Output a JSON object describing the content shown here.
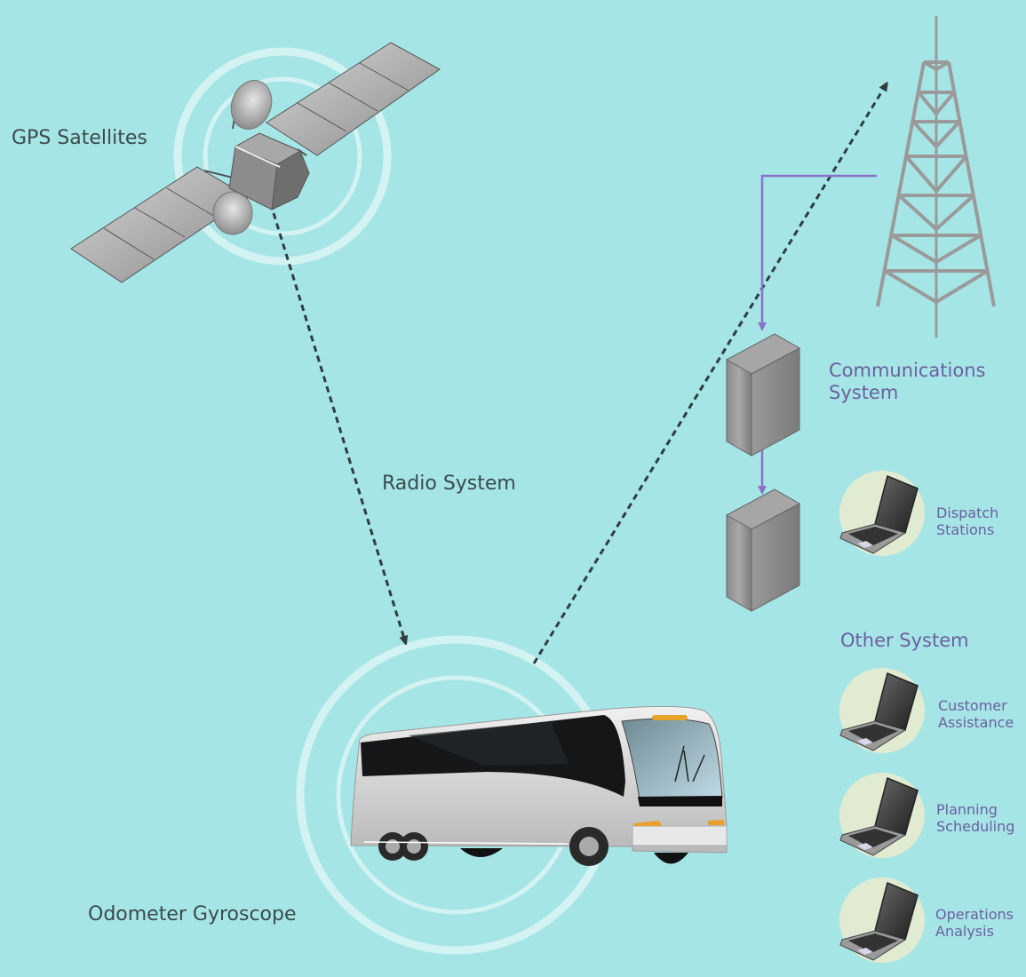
{
  "diagram": {
    "title_labels": {
      "gps": "GPS Satellites",
      "radio": "Radio System",
      "odometer": "Odometer Gyroscope",
      "communications": [
        "Communications",
        "System"
      ],
      "other_system": "Other System"
    },
    "stations": [
      {
        "id": "dispatch",
        "lines": [
          "Dispatch",
          "Stations"
        ]
      },
      {
        "id": "customer",
        "lines": [
          "Customer",
          "Assistance"
        ]
      },
      {
        "id": "planning",
        "lines": [
          "Planning",
          "Scheduling"
        ]
      },
      {
        "id": "operations",
        "lines": [
          "Operations",
          "Analysis"
        ]
      }
    ],
    "colors": {
      "background": "#a6e5e6",
      "dark_text": "#3b4b4b",
      "purple": "#8a72c8",
      "purple_text": "#6b5fa0",
      "ring": "#d8f4f4",
      "laptop_circle": "#e0ebd2",
      "equipment_gray": "#8f8f8f"
    },
    "icons": [
      "satellite-icon",
      "radio-tower-icon",
      "server-icon",
      "laptop-icon",
      "bus-icon"
    ]
  }
}
